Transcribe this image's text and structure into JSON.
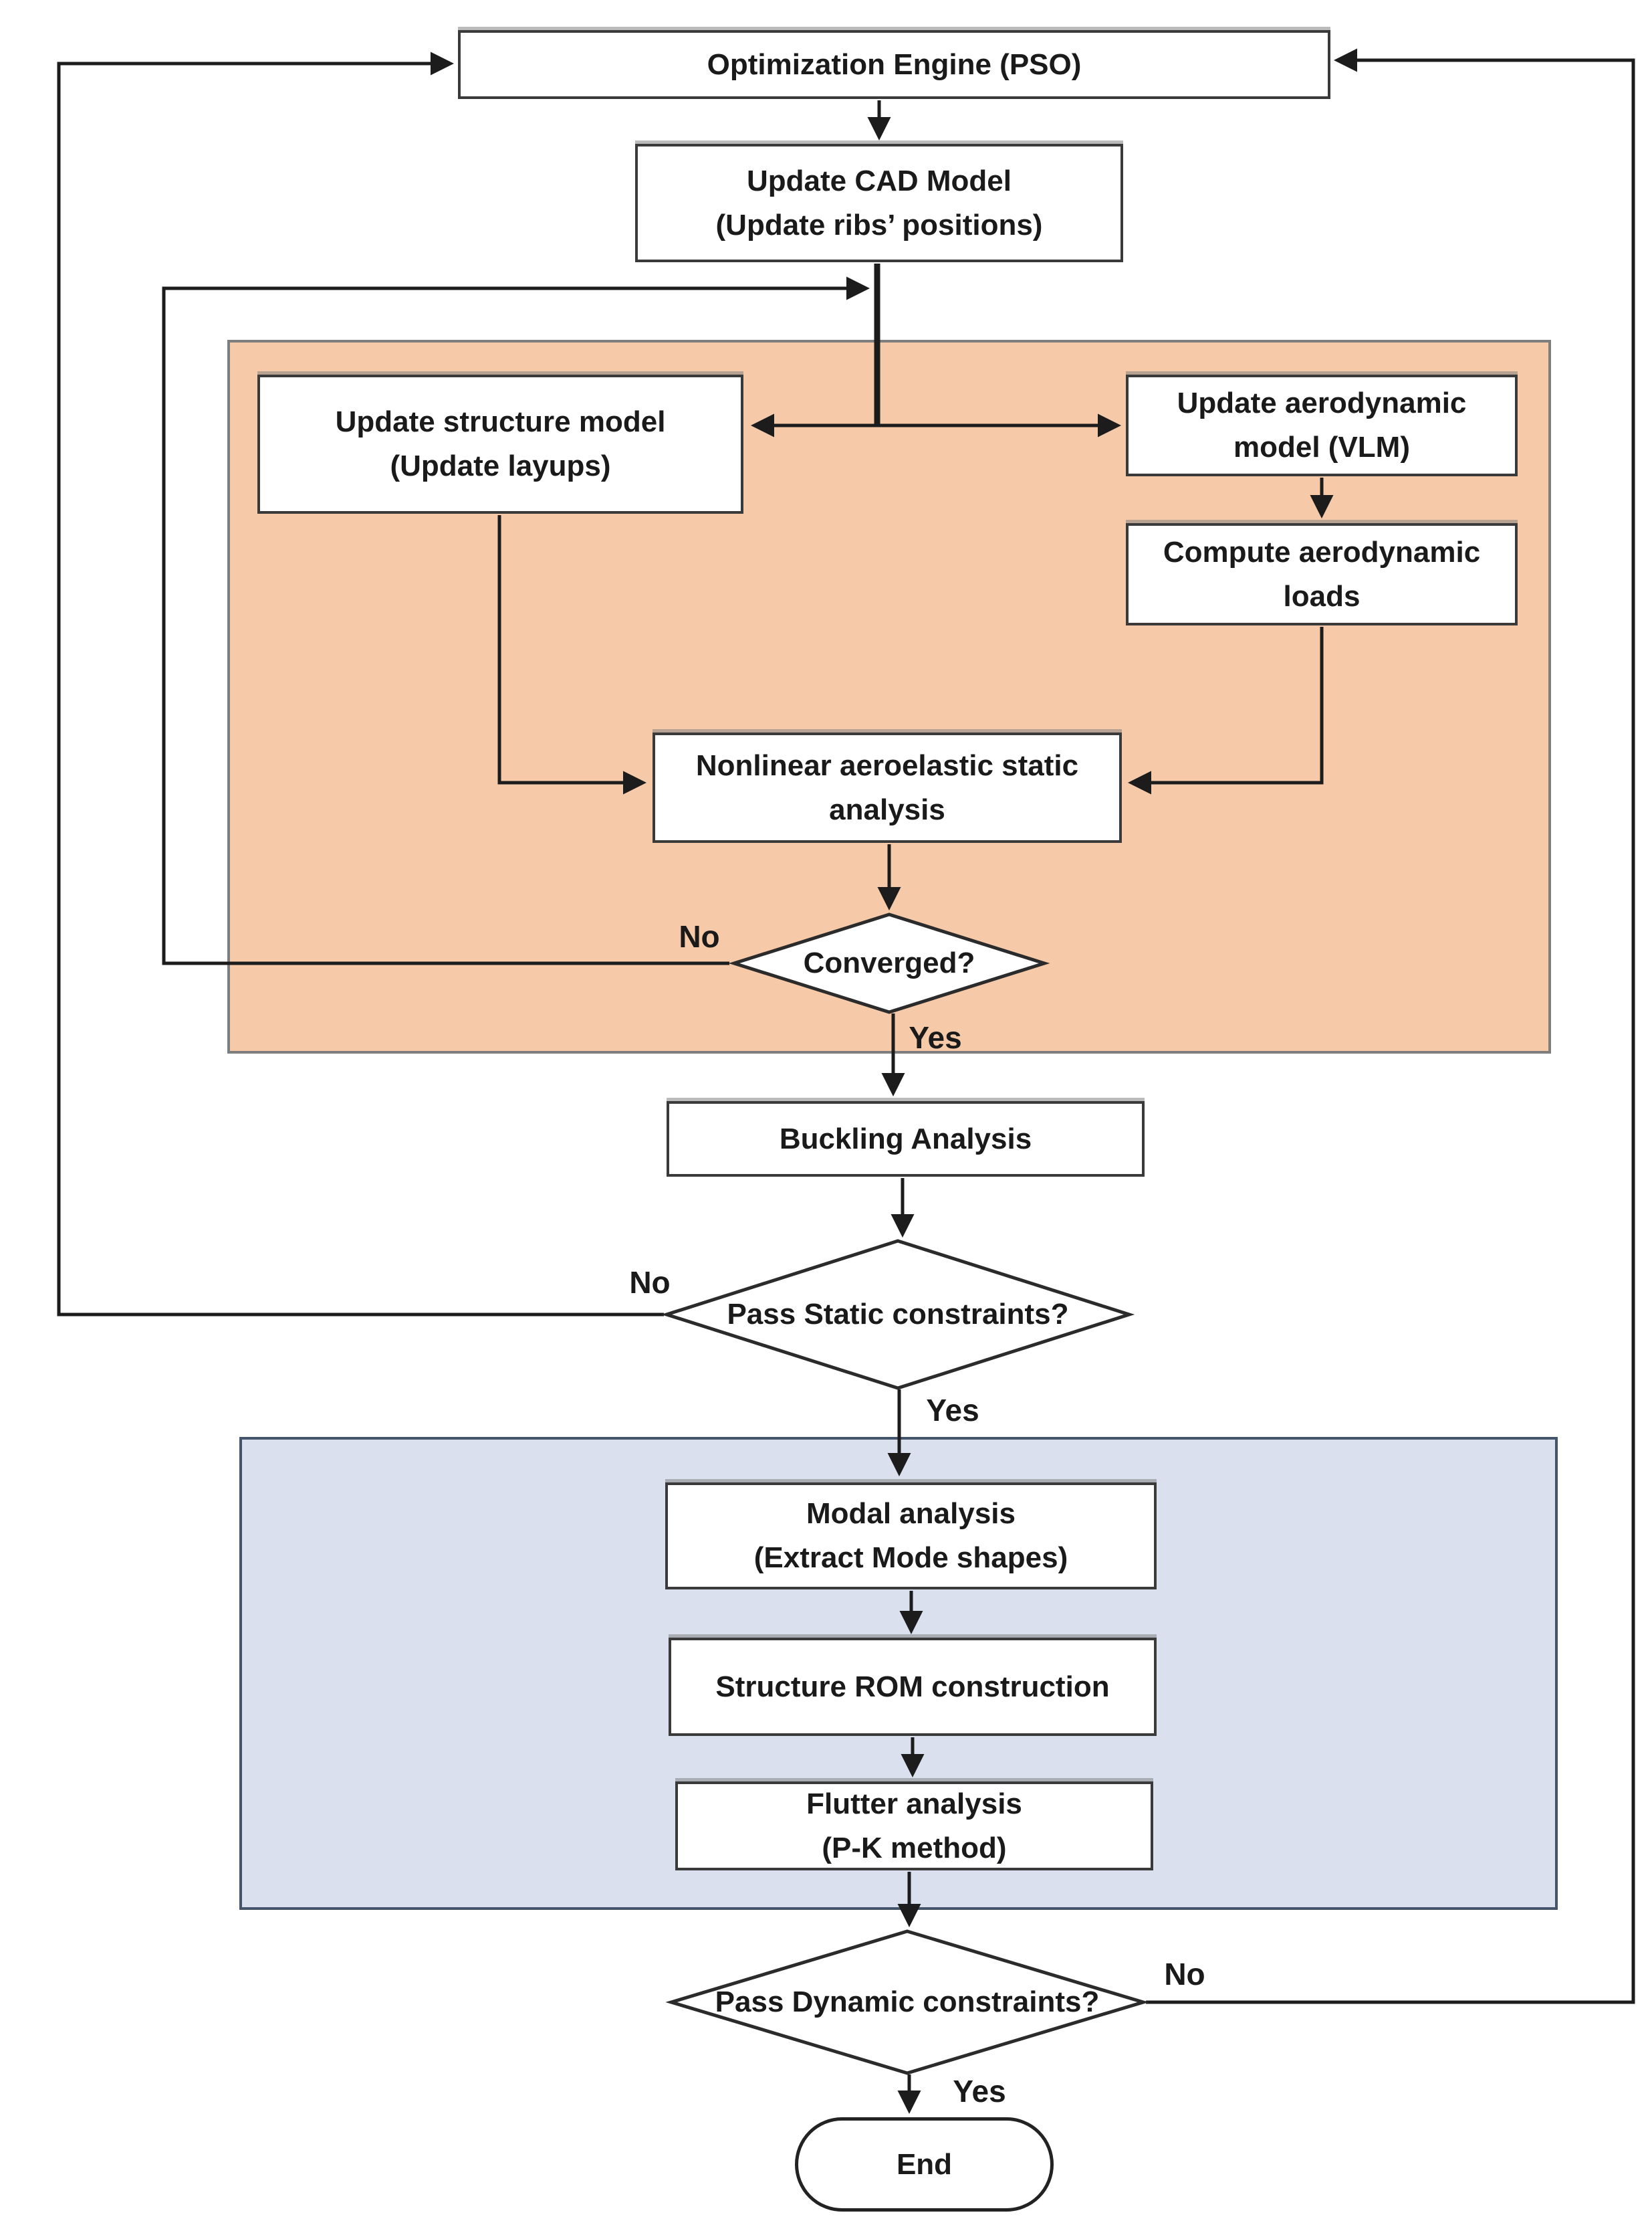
{
  "nodes": {
    "pso": {
      "label": "Optimization Engine (PSO)"
    },
    "cad": {
      "label": "Update CAD Model\n(Update ribs’ positions)"
    },
    "structure": {
      "label": "Update structure model\n(Update layups)"
    },
    "aero": {
      "label": "Update aerodynamic\nmodel (VLM)"
    },
    "loads": {
      "label": "Compute aerodynamic\nloads"
    },
    "nonlinear": {
      "label": "Nonlinear aeroelastic static\nanalysis"
    },
    "converged": {
      "label": "Converged?"
    },
    "buckling": {
      "label": "Buckling Analysis"
    },
    "static_check": {
      "label": "Pass Static constraints?"
    },
    "modal": {
      "label": "Modal analysis\n(Extract Mode shapes)"
    },
    "rom": {
      "label": "Structure ROM construction"
    },
    "flutter": {
      "label": "Flutter analysis\n(P-K method)"
    },
    "dynamic_check": {
      "label": "Pass Dynamic constraints?"
    },
    "end": {
      "label": "End"
    }
  },
  "edge_labels": {
    "converged_no": "No",
    "converged_yes": "Yes",
    "static_no": "No",
    "static_yes": "Yes",
    "dynamic_no": "No",
    "dynamic_yes": "Yes"
  },
  "colors": {
    "static_region_fill": "#f6caa8",
    "static_region_border": "#7e7e7e",
    "dynamic_region_fill": "#dbe0ef",
    "dynamic_region_border": "#44546a",
    "line": "#1c1c1c",
    "node_fill": "#ffffff",
    "node_border": "#3a3a3a"
  }
}
